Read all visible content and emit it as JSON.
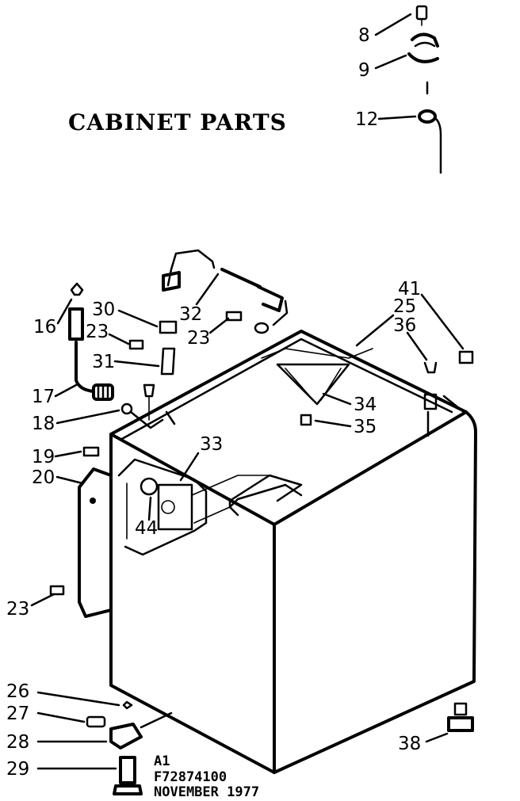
{
  "title": "CABINET PARTS",
  "catalog": {
    "revision": "A1",
    "part_number": "F72874100",
    "date": "NOVEMBER 1977"
  },
  "callouts": {
    "c8": "8",
    "c9": "9",
    "c12": "12",
    "c16": "16",
    "c30": "30",
    "c32": "32",
    "c23a": "23",
    "c23b": "23",
    "c31": "31",
    "c17": "17",
    "c18": "18",
    "c19": "19",
    "c20": "20",
    "c33": "33",
    "c44": "44",
    "c34": "34",
    "c35": "35",
    "c41": "41",
    "c25": "25",
    "c36": "36",
    "c23c": "23",
    "c26": "26",
    "c27": "27",
    "c28": "28",
    "c29": "29",
    "c38": "38"
  }
}
